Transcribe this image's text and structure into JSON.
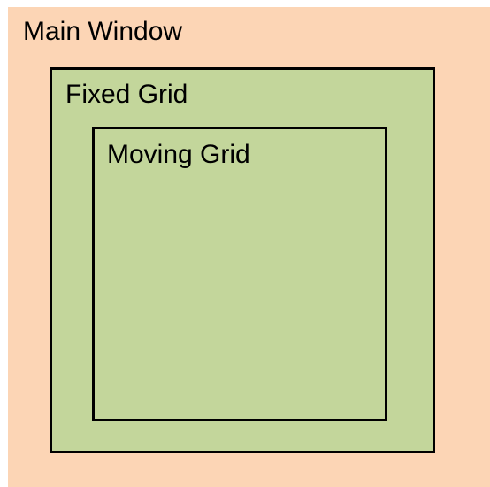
{
  "diagram": {
    "main_window": {
      "label": "Main Window",
      "fill": "#fcd5b5"
    },
    "fixed_grid": {
      "label": "Fixed Grid",
      "fill": "#c3d69b",
      "border": "#000000"
    },
    "moving_grid": {
      "label": "Moving Grid",
      "fill": "#c3d69b",
      "border": "#000000"
    }
  }
}
